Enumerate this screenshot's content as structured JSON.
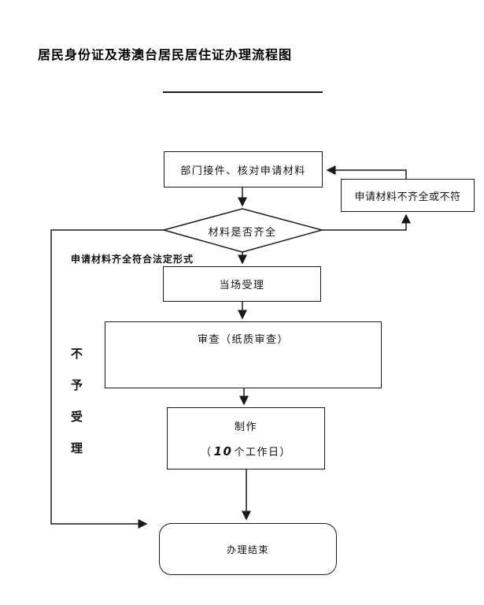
{
  "title": "居民身份证及港澳台居民居住证办理流程图",
  "flowchart": {
    "receive_box": "部门接件、核对申请材料",
    "incomplete_box": "申请材料不齐全或不符",
    "decision_diamond": "材料是否齐全",
    "qualified_note": "申请材料齐全符合法定形式",
    "accept_box": "当场受理",
    "review_box": "审查（纸质审查）",
    "make_box": {
      "line1": "制作",
      "line2_open": "（",
      "line2_number": "10",
      "line2_rest": "个工作日）"
    },
    "end_box": "办理结束",
    "reject_vertical": {
      "chars": [
        "不",
        "予",
        "受",
        "理"
      ]
    }
  },
  "colors": {
    "line": "#1a1a1a",
    "text": "#111111",
    "background": "#ffffff"
  }
}
